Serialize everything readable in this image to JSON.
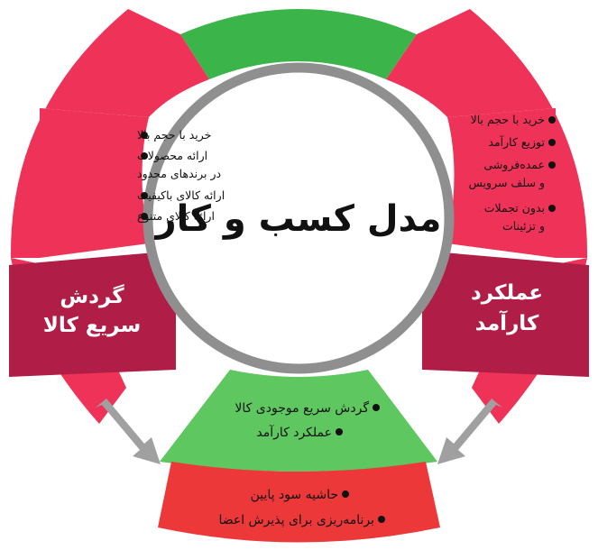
{
  "title": "مدل کسب و کار",
  "left_box": {
    "lines": [
      "گردش",
      "سریع کالا"
    ]
  },
  "right_box": {
    "lines": [
      "عملکرد",
      "کارآمد"
    ]
  },
  "left_list": [
    "خرید با حجم بالا",
    "ارائه محصولات",
    "در برندهای محدود",
    "ارائه کالای باکیفیت",
    "ارائه کالای متنوع"
  ],
  "right_list": [
    "خرید با حجم بالا",
    "توزیع کارآمد",
    "عمده‌فروشی",
    "و سلف سرویس",
    "بدون تجملات",
    "و تزئینات"
  ],
  "green_list": [
    "گردش سریع موجودی کالا",
    "عملکرد کارآمد"
  ],
  "red_list": [
    "حاشیه سود پایین",
    "برنامه‌ریزی برای پذیرش اعضا"
  ],
  "colors": {
    "pink": "#ef3258",
    "crimson": "#b01e48",
    "green": "#3bb54a",
    "light_green": "#5ec760",
    "red": "#ec3838",
    "gray": "#8f8f8f",
    "arrow": "#a0a0a0"
  }
}
